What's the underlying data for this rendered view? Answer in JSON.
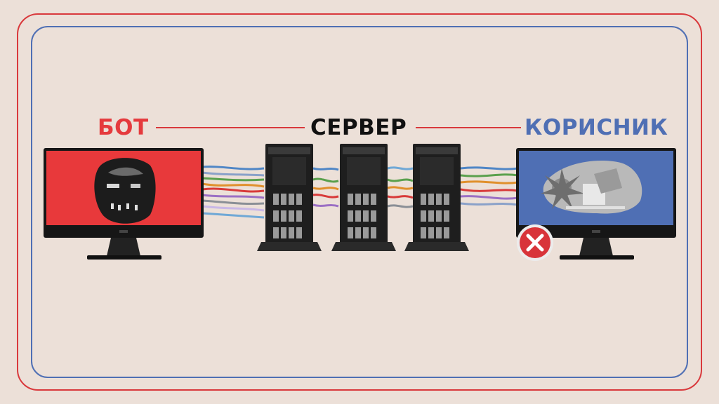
{
  "labels": {
    "bot": "БОТ",
    "server": "СЕРВЕР",
    "user": "КОРИСНИК"
  },
  "status": {
    "user_blocked_icon": "x-icon"
  },
  "colors": {
    "background": "#ece0d8",
    "accent_red": "#e53a3d",
    "accent_blue": "#4f6fb4",
    "text_dark": "#111111"
  }
}
